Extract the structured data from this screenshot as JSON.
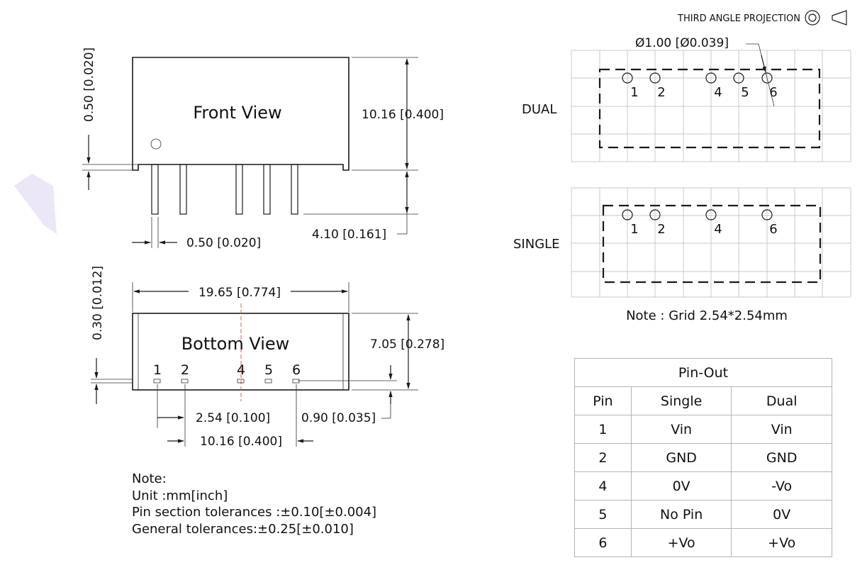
{
  "projection": {
    "label": "THIRD ANGLE PROJECTION"
  },
  "front_view": {
    "title": "Front View",
    "dim_height": "10.16 [0.400]",
    "dim_pin_length": "4.10 [0.161]",
    "dim_pin_width": "0.50 [0.020]",
    "dim_standoff": "0.50 [0.020]"
  },
  "bottom_view": {
    "title": "Bottom View",
    "dim_width": "19.65 [0.774]",
    "dim_depth": "7.05 [0.278]",
    "dim_side": "0.30 [0.012]",
    "dim_pitch": "2.54 [0.100]",
    "dim_span": "10.16 [0.400]",
    "dim_row_offset": "0.90 [0.035]",
    "pins": [
      "1",
      "2",
      "4",
      "5",
      "6"
    ]
  },
  "footprints": {
    "hole_dim": "Ø1.00 [Ø0.039]",
    "dual": {
      "label": "DUAL",
      "pins": [
        "1",
        "2",
        "4",
        "5",
        "6"
      ]
    },
    "single": {
      "label": "SINGLE",
      "pins": [
        "1",
        "2",
        "4",
        "6"
      ]
    },
    "grid_note": "Note : Grid 2.54*2.54mm"
  },
  "notes": {
    "heading": "Note:",
    "unit": "Unit :mm[inch]",
    "pin_tol": "Pin section tolerances :±0.10[±0.004]",
    "general_tol": "General tolerances:±0.25[±0.010]"
  },
  "pinout": {
    "title": "Pin-Out",
    "headers": [
      "Pin",
      "Single",
      "Dual"
    ],
    "rows": [
      [
        "1",
        "Vin",
        "Vin"
      ],
      [
        "2",
        "GND",
        "GND"
      ],
      [
        "4",
        "0V",
        "-Vo"
      ],
      [
        "5",
        "No Pin",
        "0V"
      ],
      [
        "6",
        "+Vo",
        "+Vo"
      ]
    ]
  }
}
